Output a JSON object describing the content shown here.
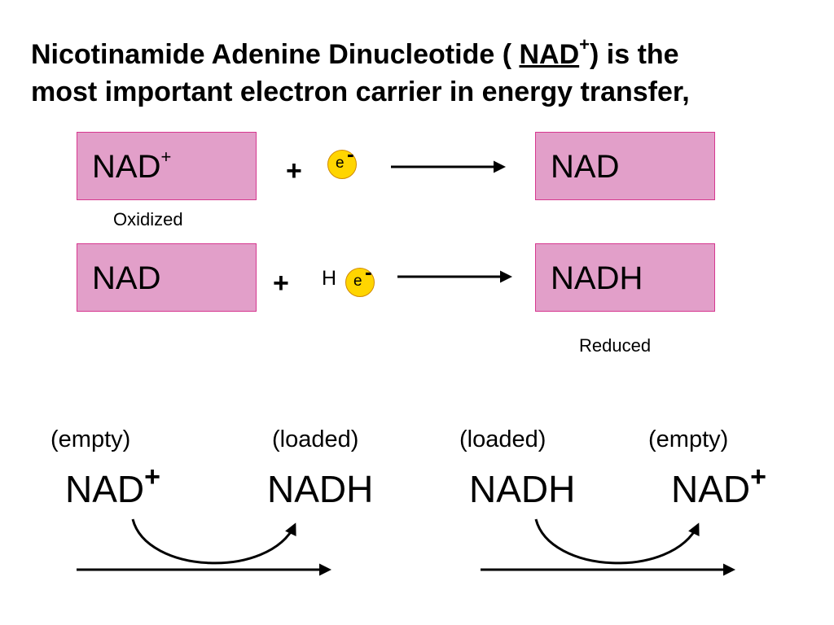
{
  "title": {
    "line1_prefix": "Nicotinamide Adenine Dinucleotide ( ",
    "nad": "NAD",
    "nad_sup": "+",
    "line1_suffix": ") is the",
    "line2": "most important electron carrier in energy transfer,"
  },
  "row1": {
    "left_label": "NAD",
    "left_sup": "+",
    "plus": "+",
    "electron": "e",
    "electron_charge": "-",
    "right_label": "NAD",
    "caption": "Oxidized"
  },
  "row2": {
    "left_label": "NAD",
    "plus": "+",
    "hydrogen": "H",
    "electron": "e",
    "electron_charge": "-",
    "right_label": "NADH",
    "caption": "Reduced"
  },
  "cycle_left": {
    "from_state": "(empty)",
    "from_label": "NAD",
    "from_sup": "+",
    "to_state": "(loaded)",
    "to_label": "NADH"
  },
  "cycle_right": {
    "from_state": "(loaded)",
    "from_label": "NADH",
    "to_state": "(empty)",
    "to_label": "NAD",
    "to_sup": "+"
  },
  "colors": {
    "box_fill": "#e29fc9",
    "box_border": "#d6388f",
    "electron_fill": "#ffd500"
  }
}
